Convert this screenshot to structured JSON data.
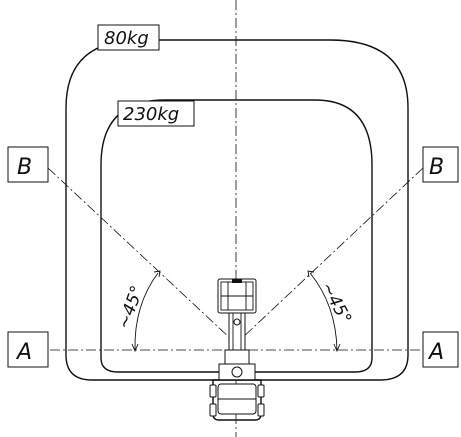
{
  "diagram": {
    "outer_envelope": {
      "load_label": "80kg"
    },
    "inner_envelope": {
      "load_label": "230kg"
    },
    "reference_lines": {
      "a_left": "A",
      "a_right": "A",
      "b_left": "B",
      "b_right": "B"
    },
    "angles": {
      "left": "~45°",
      "right": "~45°"
    }
  }
}
